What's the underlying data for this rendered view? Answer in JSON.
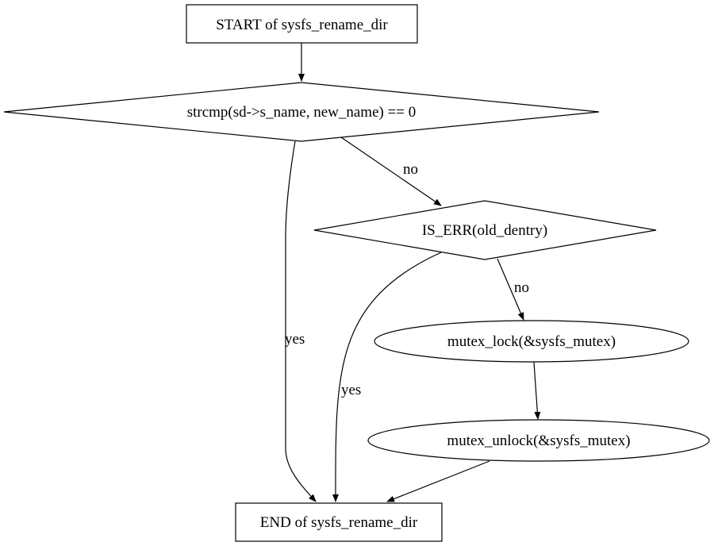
{
  "nodes": {
    "start": {
      "label": "START of sysfs_rename_dir"
    },
    "cond1": {
      "label": "strcmp(sd->s_name, new_name) == 0"
    },
    "cond2": {
      "label": "IS_ERR(old_dentry)"
    },
    "lock": {
      "label": "mutex_lock(&sysfs_mutex)",
      "fill": "#add8e6"
    },
    "unlock": {
      "label": "mutex_unlock(&sysfs_mutex)",
      "fill": "#ffff00"
    },
    "end": {
      "label": "END of sysfs_rename_dir"
    }
  },
  "edges": {
    "cond1_no": {
      "label": "no"
    },
    "cond1_yes": {
      "label": "yes"
    },
    "cond2_yes": {
      "label": "yes"
    },
    "cond2_no": {
      "label": "no"
    }
  }
}
